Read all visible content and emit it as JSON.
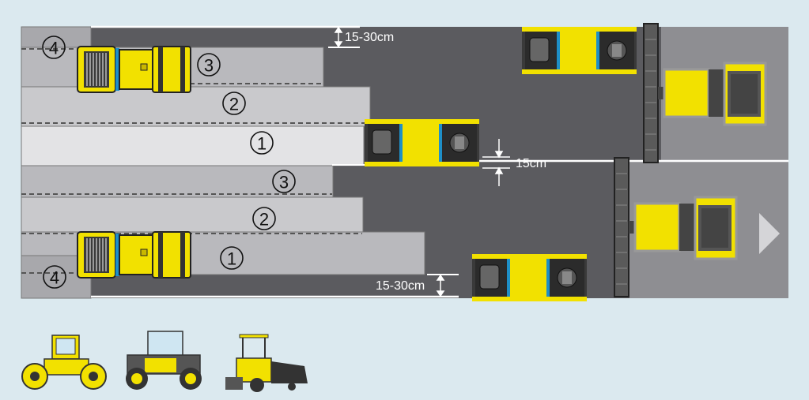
{
  "colors": {
    "background": "#dbe9ef",
    "asphalt_hot": "#5b5b5f",
    "asphalt_warm": "#8e8e92",
    "lane_1": "#e3e3e5",
    "lane_2": "#c9c9cc",
    "lane_3": "#b9b9bd",
    "lane_4": "#a8a8ac",
    "machine_yellow": "#f2e100",
    "machine_dark": "#3a3a3a",
    "cab_blue": "#1e8fc8",
    "dimension_text": "#ffffff"
  },
  "dimensions": {
    "top_label": "15-30cm",
    "center_label": "15cm",
    "bottom_label": "15-30cm"
  },
  "pass_numbers": {
    "top_roller_4": "4",
    "top_roller_3": "3",
    "top_roller_2": "2",
    "top_roller_1": "1",
    "bottom_roller_3": "3",
    "bottom_roller_2": "2",
    "bottom_roller_1": "1",
    "bottom_roller_4": "4"
  },
  "machines": [
    {
      "name": "tandem-roller",
      "icon": "tandem-roller-icon"
    },
    {
      "name": "pneumatic-roller",
      "icon": "pneumatic-roller-icon"
    },
    {
      "name": "asphalt-paver",
      "icon": "asphalt-paver-icon"
    }
  ],
  "direction": "paving direction arrow"
}
